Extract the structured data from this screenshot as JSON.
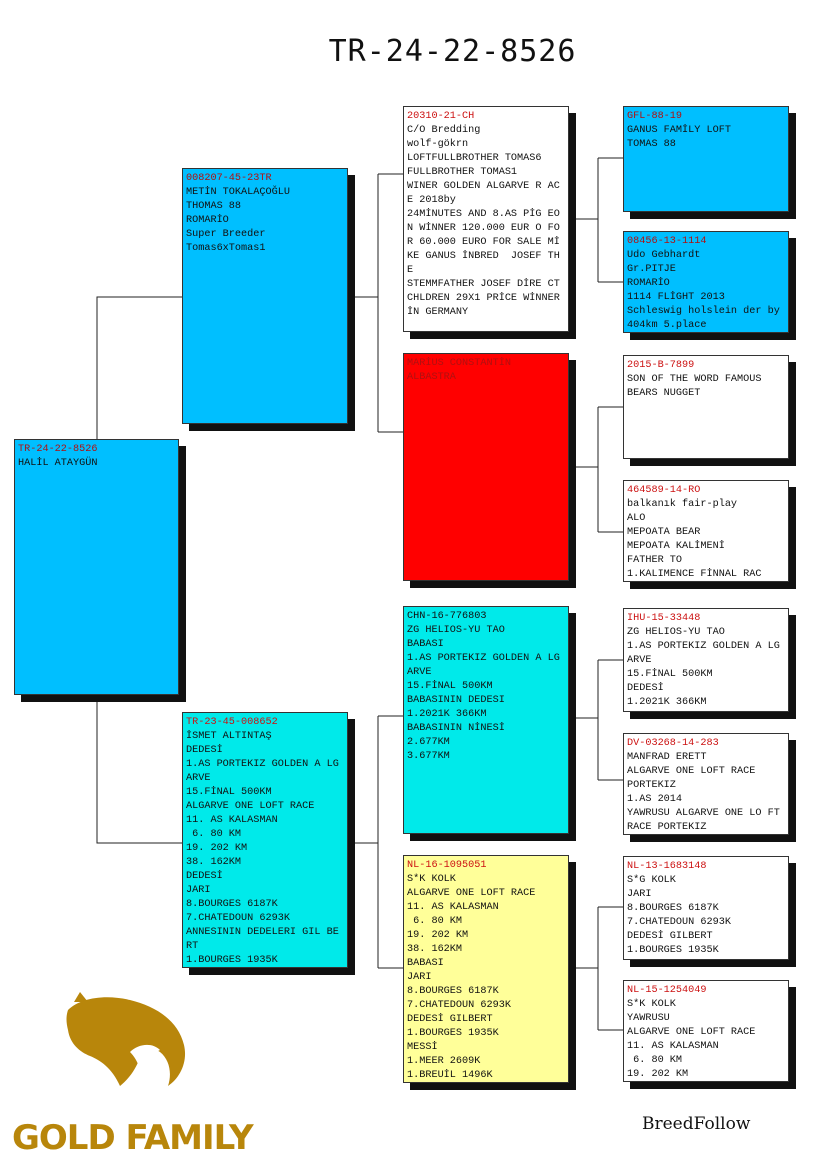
{
  "title": "TR-24-22-8526",
  "footer": {
    "brand": "GOLD FAMILY",
    "app": "BreedFollow"
  },
  "colors": {
    "blue": "#00bfff",
    "cyan": "#00eaea",
    "red": "#ff0000",
    "yellow": "#ffff99",
    "gold": "#b8860b"
  },
  "pigeons": [
    {
      "ring": "TR-24-22-8526",
      "lines": [
        "HALİL ATAYGÜN"
      ]
    },
    {
      "ring": "008207-45-23TR",
      "lines": [
        "METİN TOKALAÇOĞLU",
        "THOMAS 88",
        "ROMARİO",
        "Super Breeder",
        "Tomas6xTomas1"
      ]
    },
    {
      "ring": "TR-23-45-008652",
      "lines": [
        "İSMET ALTINTAŞ",
        "DEDESİ",
        "1.AS PORTEKIZ GOLDEN A LGARVE",
        "15.FİNAL 500KM",
        "ALGARVE ONE LOFT RACE",
        "11. AS KALASMAN",
        " 6. 80 KM",
        "19. 202 KM",
        "38. 162KM",
        "DEDESİ",
        "JARI",
        "8.BOURGES 6187K",
        "7.CHATEDOUN 6293K",
        "ANNESININ DEDELERI GIL BERT",
        "1.BOURGES 1935K"
      ]
    },
    {
      "ring": "20310-21-CH",
      "lines": [
        "C/O Bredding",
        "wolf-gökrn",
        "LOFTFULLBROTHER TOMAS6",
        "FULLBROTHER TOMAS1",
        "WINER GOLDEN ALGARVE R ACE 2018by",
        "24MİNUTES AND 8.AS PİG EON WİNNER 120.000 EUR O FOR 60.000 EURO FOR SALE MİKE GANUS İNBRED  JOSEF THE",
        "STEMMFATHER JOSEF DİRE CT CHLDREN 29X1 PRİCE WİNNER İN GERMANY"
      ]
    },
    {
      "ring": "",
      "lines": [
        "MARİUS CONSTANTİN",
        "ALBASTRA"
      ]
    },
    {
      "ring": "CHN-16-776803",
      "lines": [
        "ZG HELIOS-YU TAO",
        "BABASI",
        "1.AS PORTEKIZ GOLDEN A LGARVE",
        "15.FİNAL 500KM",
        "BABASININ DEDESI",
        "1.2021K 366KM",
        "BABASININ NİNESİ",
        "2.677KM",
        "3.677KM"
      ]
    },
    {
      "ring": "NL-16-1095051",
      "lines": [
        "S*K KOLK",
        "ALGARVE ONE LOFT RACE",
        "11. AS KALASMAN",
        " 6. 80 KM",
        "19. 202 KM",
        "38. 162KM",
        "BABASI",
        "JARI",
        "8.BOURGES 6187K",
        "7.CHATEDOUN 6293K",
        "DEDESİ GILBERT",
        "1.BOURGES 1935K",
        "MESSİ",
        "1.MEER 2609K",
        "1.BREUİL 1496K"
      ]
    },
    {
      "ring": "GFL-88-19",
      "lines": [
        "GANUS FAMİLY LOFT",
        "TOMAS 88"
      ]
    },
    {
      "ring": "08456-13-1114",
      "lines": [
        "Udo Gebhardt",
        "Gr.PITJE",
        "ROMARİO",
        "1114 FLİGHT 2013",
        "Schleswig holslein der by 404km 5.place"
      ]
    },
    {
      "ring": "2015-B-7899",
      "lines": [
        "SON OF THE WORD FAMOUS",
        "BEARS NUGGET"
      ]
    },
    {
      "ring": "464589-14-RO",
      "lines": [
        "balkanık fair-play",
        "ALO",
        "MEPOATA BEAR",
        "MEPOATA KALİMENİ",
        "FATHER TO",
        "1.KALIMENCE FİNNAL RAC"
      ]
    },
    {
      "ring": "IHU-15-33448",
      "lines": [
        "ZG HELIOS-YU TAO",
        "1.AS PORTEKIZ GOLDEN A LGARVE",
        "15.FİNAL 500KM",
        "DEDESİ",
        "1.2021K 366KM"
      ]
    },
    {
      "ring": "DV-03268-14-283",
      "lines": [
        "MANFRAD ERETT",
        "ALGARVE ONE LOFT RACE",
        "PORTEKIZ",
        "1.AS 2014",
        "YAWRUSU ALGARVE ONE LO FT RACE PORTEKIZ"
      ]
    },
    {
      "ring": "NL-13-1683148",
      "lines": [
        "S*G KOLK",
        "JARI",
        "8.BOURGES 6187K",
        "7.CHATEDOUN 6293K",
        "DEDESİ GILBERT",
        "1.BOURGES 1935K"
      ]
    },
    {
      "ring": "NL-15-1254049",
      "lines": [
        "S*K KOLK",
        "YAWRUSU",
        "ALGARVE ONE LOFT RACE",
        "11. AS KALASMAN",
        " 6. 80 KM",
        "19. 202 KM"
      ]
    }
  ]
}
